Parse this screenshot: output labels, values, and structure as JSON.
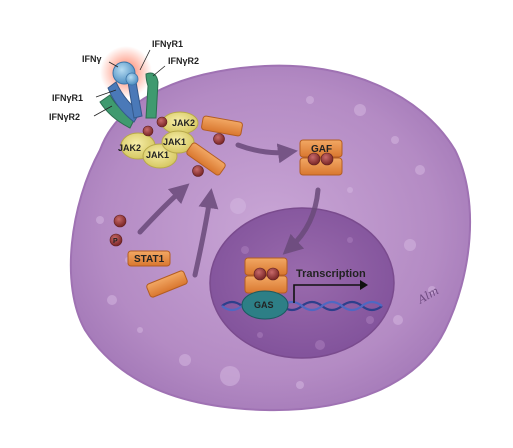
{
  "labels": {
    "ifng": "IFNγ",
    "ifngr1_top": "IFNγR1",
    "ifngr2_top": "IFNγR2",
    "ifngr1_left": "IFNγR1",
    "ifngr2_left": "IFNγR2",
    "jak2_right": "JAK2",
    "jak1_right": "JAK1",
    "jak2_left": "JAK2",
    "jak1_left": "JAK1",
    "gaf": "GAF",
    "phospho": "P",
    "stat1": "STAT1",
    "gas": "GAS",
    "transcription": "Transcription",
    "signature": "Alm"
  },
  "colors": {
    "cell": "#b48bc4",
    "cell_edge": "#9f72b3",
    "nucleus": "#8e5fa1",
    "stat": "#e9904a",
    "jak": "#e8dc84",
    "receptor_r1": "#4a79b8",
    "receptor_r2": "#3f9a6f",
    "ligand": "#7fb7dd",
    "phosphate": "#9c3b3b",
    "dna": "#2d3f8c",
    "gas": "#2d7f86"
  }
}
